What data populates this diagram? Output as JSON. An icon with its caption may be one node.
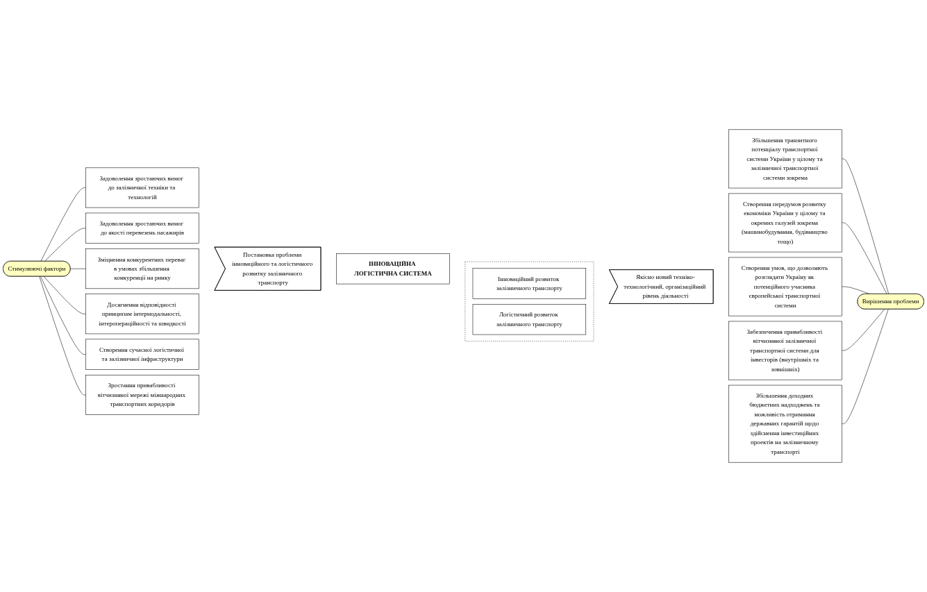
{
  "diagram": {
    "nodes": [
      {
        "text": [
          "Стимулюючі фактори"
        ]
      },
      {
        "text": [
          "Задоволення зростаючих вимог до залізничної техніки та технологій"
        ]
      },
      {
        "text": [
          "Задоволення зростаючих вимог до якості перевезень пасажирів"
        ]
      },
      {
        "text": [
          "Зміцнення конкурентних переваг в умовах збільшення конкуренції на ринку"
        ]
      },
      {
        "text": [
          "Досягнення відповідності принципам інтермодальності, інтеропераційності та швидкості"
        ]
      },
      {
        "text": [
          "Створення сучасної логістичної та залізничної інфраструктури"
        ]
      },
      {
        "text": [
          "Зростання привабливості вітчизняної мережі міжнародних транспортних коридорів"
        ]
      },
      {
        "text": [
          "Постановка проблеми інноваційного та логістичного розвитку залізничного транспорту"
        ]
      },
      {
        "text": [
          "ІННОВАЦІЙНА ЛОГІСТИЧНА СИСТЕМА"
        ]
      },
      {
        "text": [],
        "shape": "box"
      },
      {
        "text": [
          "Інноваційний розвиток залізничного транспорту"
        ],
        "in": 9
      },
      {
        "text": [
          "Логістичний розвиток залізничного транспорту"
        ],
        "in": 9
      },
      {
        "text": [
          "Якісно новий техніко-технологічний, організаційний рівень діяльності"
        ]
      },
      {
        "text": [
          "Вирішення проблеми"
        ]
      },
      {
        "text": [
          "Збільшення транзитного потенціалу транспортної системи України у цілому та залізничної транспортної системи зокрема"
        ]
      },
      {
        "text": [
          "Створення передумов розвитку економіки України у цілому та окремих галузей зокрема (машинобудування, будівництво тощо)"
        ]
      },
      {
        "text": [
          "Створення умов, що дозволяють розглядати Україну як потенційного учасника європейської транспортної системи"
        ]
      },
      {
        "text": [
          "Забезпечення привабливості вітчизняної залізничної транспортної системи для інвесторів (внутрішніх та зовнішніх)"
        ]
      },
      {
        "text": [
          "Збільшення доходних бюджетних надходжень та можливість отримання державних гарантій щодо здійснення інвестиційних проектів на залізничному транспорті"
        ]
      }
    ],
    "edges": [
      {
        "from": 0,
        "to": 1,
        "arrow": "none"
      },
      {
        "from": 0,
        "to": 2,
        "arrow": "none"
      },
      {
        "from": 0,
        "to": 3,
        "arrow": "none"
      },
      {
        "from": 0,
        "to": 4,
        "arrow": "none"
      },
      {
        "from": 0,
        "to": 5,
        "arrow": "none"
      },
      {
        "from": 0,
        "to": 6,
        "arrow": "none"
      },
      {
        "from": 14,
        "to": 13,
        "arrow": "none"
      },
      {
        "from": 15,
        "to": 13,
        "arrow": "none"
      },
      {
        "from": 16,
        "to": 13,
        "arrow": "none"
      },
      {
        "from": 17,
        "to": 13,
        "arrow": "none"
      },
      {
        "from": 18,
        "to": 13,
        "arrow": "none"
      }
    ]
  }
}
